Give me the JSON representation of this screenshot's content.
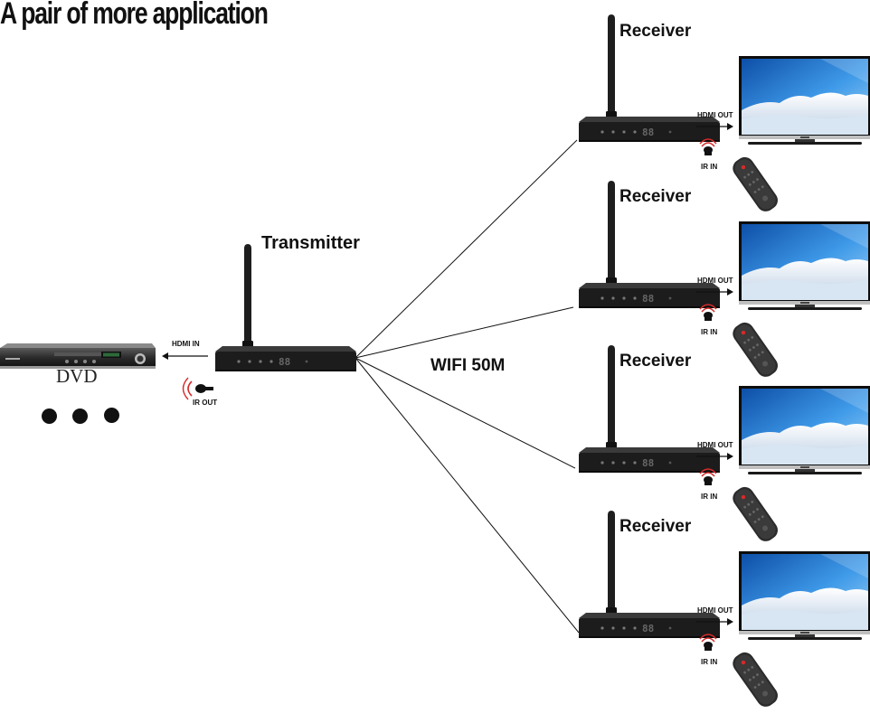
{
  "title": "A pair of more application",
  "transmitter": {
    "label": "Transmitter",
    "hdmi_in_label": "HDMI IN",
    "ir_out_label": "IR OUT"
  },
  "source": {
    "label": "DVD"
  },
  "link_label": "WIFI 50M",
  "receivers": [
    {
      "label": "Receiver",
      "hdmi_out_label": "HDMI OUT",
      "ir_in_label": "IR IN"
    },
    {
      "label": "Receiver",
      "hdmi_out_label": "HDMI OUT",
      "ir_in_label": "IR IN"
    },
    {
      "label": "Receiver",
      "hdmi_out_label": "HDMI OUT",
      "ir_in_label": "IR IN"
    },
    {
      "label": "Receiver",
      "hdmi_out_label": "HDMI OUT",
      "ir_in_label": "IR IN"
    }
  ],
  "colors": {
    "device_body": "#1f1f1f",
    "led": "#6a6a6a",
    "ir_red": "#d62a2a",
    "screen_sky": "#2f7fd6",
    "screen_snow": "#eef4fb"
  }
}
